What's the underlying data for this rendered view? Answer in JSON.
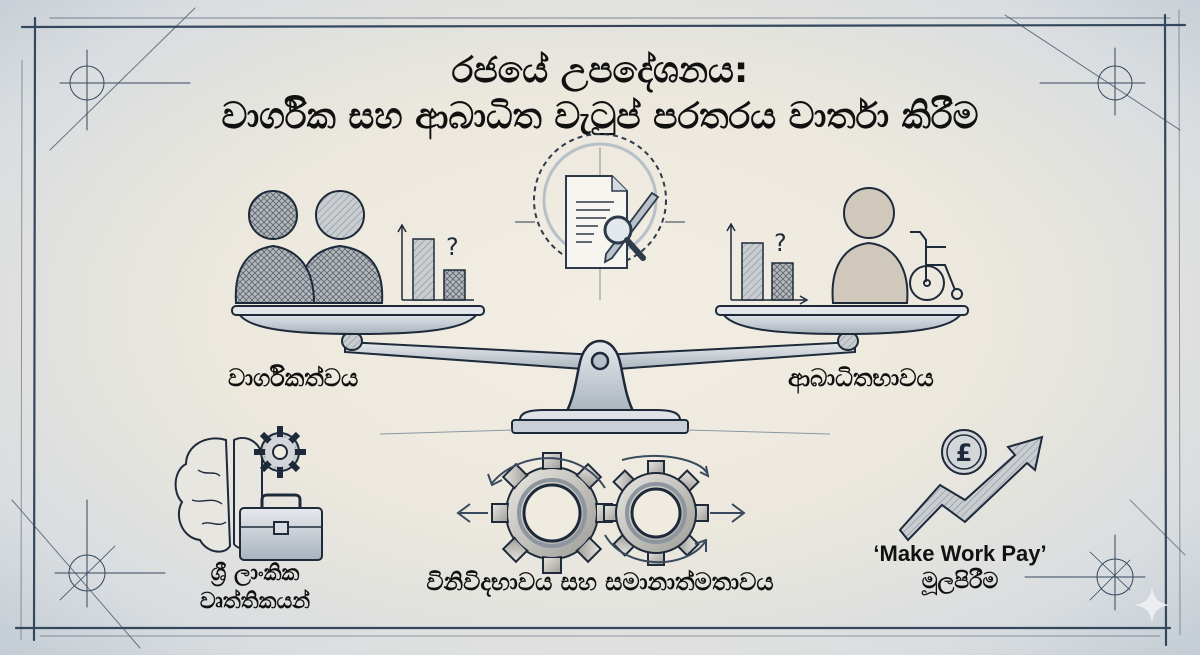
{
  "title": {
    "line1": "රජයේ උපදේශනය:",
    "line2": "වාර්ගික සහ ආබාධිත වැටුප් පරතරය වාර්තා කිරීම"
  },
  "scale": {
    "center_icon": "document-magnifier-pen-icon",
    "left_pan": {
      "icons": [
        "two-people-icon",
        "bar-chart-question-icon"
      ],
      "label": "වාර්ගිකත්වය",
      "chart_question_mark": "?"
    },
    "right_pan": {
      "icons": [
        "bar-chart-question-icon",
        "person-icon",
        "wheelchair-icon"
      ],
      "label": "ආබාධිතභාවය",
      "chart_question_mark": "?"
    }
  },
  "bottom": {
    "left": {
      "icons": [
        "brain-icon",
        "gear-icon",
        "briefcase-icon"
      ],
      "label_line1": "ශ්‍රී ලාංකික",
      "label_line2": "වෘත්තිකයන්"
    },
    "center": {
      "icons": [
        "interlocking-gears-icon",
        "arrows-icon"
      ],
      "label": "විනිවිදභාවය සහ සමානාත්මතාවය"
    },
    "right": {
      "icons": [
        "pound-coin-icon",
        "trend-arrow-up-icon"
      ],
      "coin_symbol": "£",
      "label_line1": "‘Make Work Pay’",
      "label_line2": "මූලපිරීම"
    }
  },
  "colors": {
    "ink": "#1e2a3a",
    "steel": "#9aa6b2",
    "steel_light": "#cfd6dd",
    "paper": "#efebe1",
    "frame": "#3a4a5e"
  }
}
